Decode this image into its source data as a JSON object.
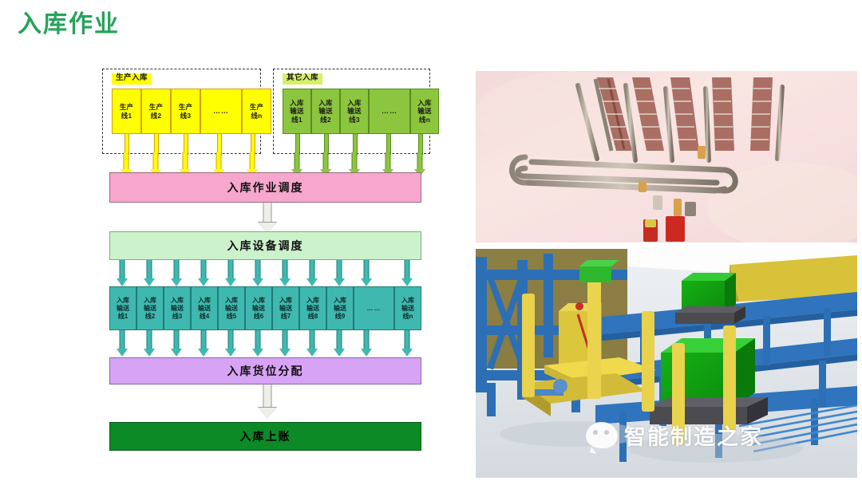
{
  "page": {
    "title": "入库作业",
    "title_color": "#25a35a",
    "background": "#ffffff"
  },
  "diagram": {
    "groups": [
      {
        "id": "production-inbound",
        "label": "生产入库",
        "label_bg": "#ffff00",
        "box_color": "#ffff00",
        "box_border": "#d6a100",
        "boxes": [
          {
            "line1": "生产",
            "line2": "线1"
          },
          {
            "line1": "生产",
            "line2": "线2"
          },
          {
            "line1": "生产",
            "line2": "线3"
          },
          {
            "line1": "",
            "line2": "……"
          },
          {
            "line1": "生产",
            "line2": "线n"
          }
        ]
      },
      {
        "id": "other-inbound",
        "label": "其它入库",
        "label_bg": "#d7f06a",
        "box_color": "#8cc63e",
        "box_border": "#5a8a1e",
        "boxes": [
          {
            "line1": "入库",
            "line2": "输送",
            "line3": "线1"
          },
          {
            "line1": "入库",
            "line2": "输送",
            "line3": "线2"
          },
          {
            "line1": "入库",
            "line2": "输送",
            "line3": "线3"
          },
          {
            "line1": "",
            "line2": "……",
            "line3": ""
          },
          {
            "line1": "入库",
            "line2": "输送",
            "line3": "线n"
          }
        ]
      }
    ],
    "bars": [
      {
        "id": "inbound-job-scheduling",
        "label": "入库作业调度",
        "color": "#f7a6cd"
      },
      {
        "id": "inbound-equipment-scheduling",
        "label": "入库设备调度",
        "color": "#ccf2cc"
      },
      {
        "id": "inbound-slot-allocation",
        "label": "入库货位分配",
        "color": "#d6a3f5"
      },
      {
        "id": "inbound-ledger-posting",
        "label": "入库上账",
        "color": "#0b8a26"
      }
    ],
    "conveyor_row": {
      "color": "#3fb8b0",
      "border": "#1d7c77",
      "boxes": [
        {
          "line1": "入库",
          "line2": "输送",
          "line3": "线1"
        },
        {
          "line1": "入库",
          "line2": "输送",
          "line3": "线2"
        },
        {
          "line1": "入库",
          "line2": "输送",
          "line3": "线3"
        },
        {
          "line1": "入库",
          "line2": "输送",
          "line3": "线4"
        },
        {
          "line1": "入库",
          "line2": "输送",
          "line3": "线5"
        },
        {
          "line1": "入库",
          "line2": "输送",
          "line3": "线6"
        },
        {
          "line1": "入库",
          "line2": "输送",
          "line3": "线7"
        },
        {
          "line1": "入库",
          "line2": "输送",
          "line3": "线8"
        },
        {
          "line1": "入库",
          "line2": "输送",
          "line3": "线9"
        },
        {
          "line1": "",
          "line2": "……",
          "line3": ""
        },
        {
          "line1": "入库",
          "line2": "输送",
          "line3": "线n"
        }
      ]
    }
  },
  "photos": [
    {
      "id": "photo-conveyor-rack",
      "caption": ""
    },
    {
      "id": "photo-agv-warehouse-render",
      "caption": ""
    }
  ],
  "watermark": {
    "text": "智能制造之家",
    "icon": "wechat-icon"
  }
}
